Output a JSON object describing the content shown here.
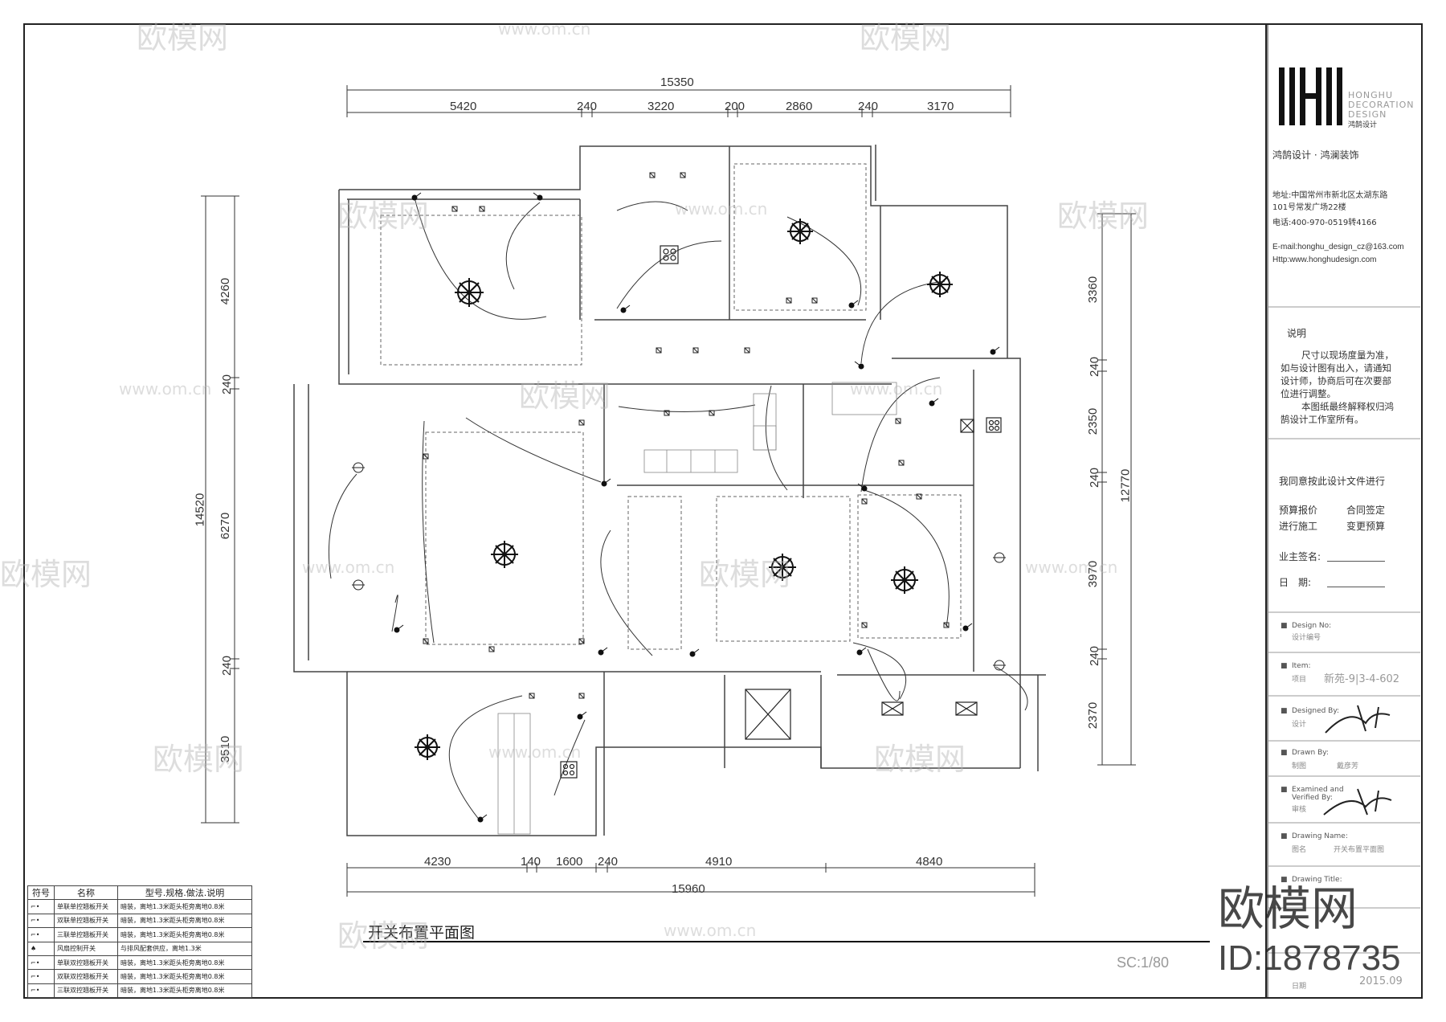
{
  "dimensions": {
    "top_total": "15350",
    "top_segments": [
      "5420",
      "240",
      "3220",
      "200",
      "2860",
      "240",
      "3170"
    ],
    "bottom_segments": [
      "4230",
      "140",
      "1600",
      "240",
      "4910",
      "4840"
    ],
    "bottom_total": "15960",
    "left_total": "14520",
    "left_segments": [
      "4260",
      "240",
      "6270",
      "240",
      "3510"
    ],
    "right_total": "12770",
    "right_segments": [
      "3360",
      "240",
      "2350",
      "240",
      "3970",
      "240",
      "2370"
    ]
  },
  "drawing_title": "开关布置平面图",
  "scale": "SC:1/80",
  "legend": {
    "headers": [
      "符号",
      "名称",
      "型号.规格.做法.说明"
    ],
    "rows": [
      {
        "name": "单联单控翘板开关",
        "spec": "暗装，离地1.3米距头柜旁离地0.8米"
      },
      {
        "name": "双联单控翘板开关",
        "spec": "暗装，离地1.3米距头柜旁离地0.8米"
      },
      {
        "name": "三联单控翘板开关",
        "spec": "暗装，离地1.3米距头柜旁离地0.8米"
      },
      {
        "name": "风扇控制开关",
        "spec": "与排风配套供应，离地1.3米"
      },
      {
        "name": "单联双控翘板开关",
        "spec": "暗装，离地1.3米距头柜旁离地0.8米"
      },
      {
        "name": "双联双控翘板开关",
        "spec": "暗装，离地1.3米距头柜旁离地0.8米"
      },
      {
        "name": "三联双控翘板开关",
        "spec": "暗装，离地1.3米距头柜旁离地0.8米"
      }
    ]
  },
  "title_block": {
    "brand_en": [
      "HONGHU",
      "DECORATION",
      "DESIGN"
    ],
    "brand_cn": "鸿鹄设计",
    "company": "鸿鹄设计 · 鸿澜装饰",
    "address_1": "地址:中国常州市新北区太湖东路",
    "address_2": "101号常发广场22楼",
    "phone": "电话:400-970-0519转4166",
    "email": "E-mail:honghu_design_cz@163.com",
    "website": "Http:www.honghudesign.com",
    "notes_title": "说明",
    "notes_1": "尺寸以现场度量为准，",
    "notes_2": "如与设计图有出入，请通知",
    "notes_3": "设计师，协商后可在次要部",
    "notes_4": "位进行调整。",
    "notes_5": "本图纸最终解释权归鸿",
    "notes_6": "鹄设计工作室所有。",
    "agree": "我同意按此设计文件进行",
    "opt_1": "预算报价",
    "opt_2": "合同签定",
    "opt_3": "进行施工",
    "opt_4": "变更预算",
    "owner_sign": "业主签名:",
    "date_label": "日　期:",
    "design_no_label": "Design No:",
    "design_no_cn": "设计编号",
    "item_label": "Item:",
    "item_cn": "项目",
    "item_value": "新苑-9|3-4-602",
    "designed_by_label": "Designed By:",
    "designed_by_cn": "设计",
    "drawn_by_label": "Drawn By:",
    "drawn_by_cn": "制图",
    "drawn_by_value": "戴彦芳",
    "examined_label_1": "Examined and",
    "examined_label_2": "Verified By:",
    "examined_cn": "审核",
    "drawing_name_label": "Drawing Name:",
    "drawing_name_cn": "图名",
    "drawing_name_value": "开关布置平面图",
    "drawing_title_label": "Drawing Title:",
    "date_cn": "日期",
    "date_value": "2015.09"
  },
  "watermark": {
    "brand": "欧模网",
    "site": "www.om.cn",
    "id": "ID:1878735"
  }
}
